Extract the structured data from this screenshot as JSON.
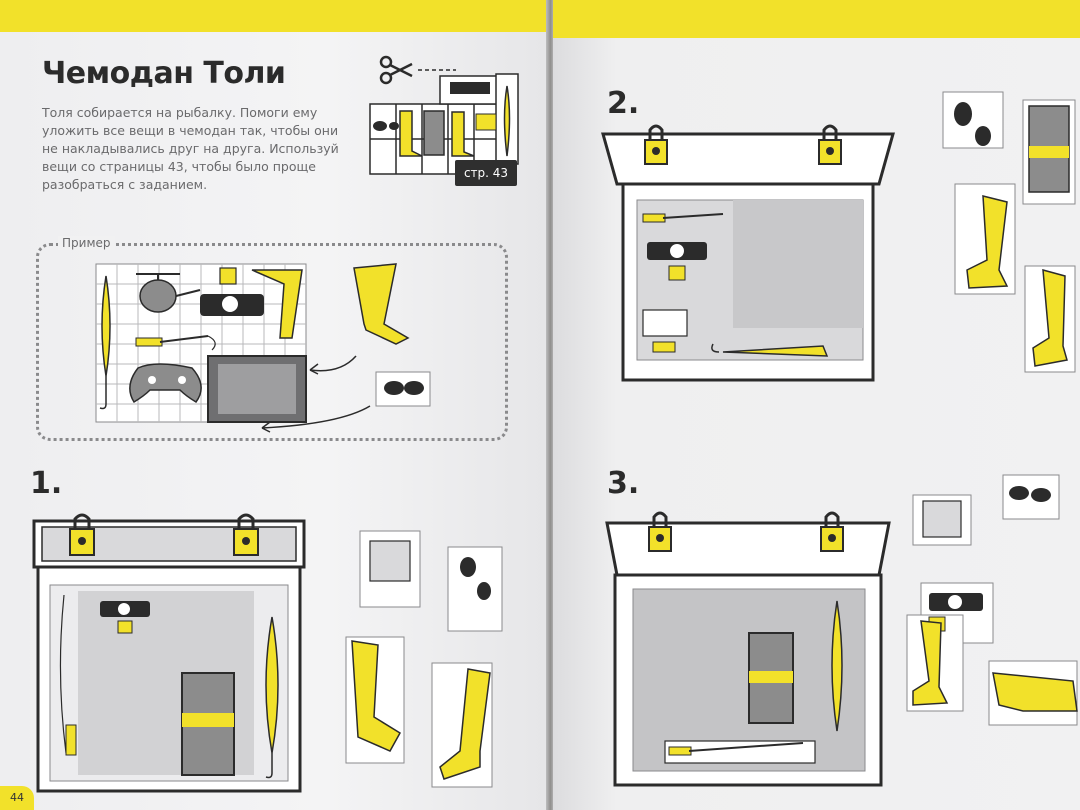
{
  "page": {
    "title": "Чемодан Толи",
    "description": "Толя собирается на рыбалку. Помоги ему уложить все вещи в чемодан так, чтобы они не накладывались друг на друга. Используй вещи со страницы 43, чтобы было проще разобраться с заданием.",
    "page_ref": "стр. 43",
    "example_label": "Пример",
    "page_number": "44"
  },
  "tasks": [
    {
      "label": "1."
    },
    {
      "label": "2."
    },
    {
      "label": "3."
    }
  ],
  "colors": {
    "accent_yellow": "#f2e12a",
    "ink": "#2b2b2b",
    "grey_item": "#8c8c8c",
    "light_grey": "#d9d9db"
  },
  "icons": [
    "scissors-icon",
    "padlock-icon",
    "boot-icon",
    "sunglasses-icon",
    "umbrella-icon",
    "camera-icon",
    "fishing-rod-icon",
    "book-icon",
    "helicopter-icon",
    "gamepad-icon",
    "toothbrush-icon"
  ]
}
